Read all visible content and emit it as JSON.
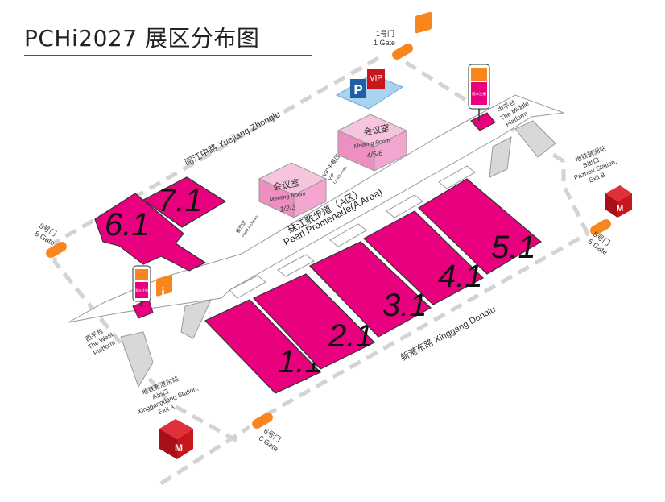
{
  "title": "PCHi2027 展区分布图",
  "colors": {
    "hall": "#e8007e",
    "meeting_room": "#f2a6cf",
    "gate": "#f7861f",
    "info": "#f7861f",
    "metro": "#c8161d",
    "parking": "#1f5fa8",
    "path": "#d3d3d3",
    "walkway": "#d8d8d8"
  },
  "halls": {
    "h6_1": "6.1",
    "h7_1": "7.1",
    "h1_1": "1.1",
    "h2_1": "2.1",
    "h3_1": "3.1",
    "h4_1": "4.1",
    "h5_1": "5.1"
  },
  "gates": {
    "g1": {
      "cn": "1号门",
      "en": "1 Gate"
    },
    "g5": {
      "cn": "5号门",
      "en": "5 Gate"
    },
    "g6": {
      "cn": "6号门",
      "en": "6 Gate"
    },
    "g8": {
      "cn": "8号门",
      "en": "8 Gate"
    }
  },
  "roads": {
    "north": "阅江中路 Yuejiang Zhonglu",
    "south": "新港东路 Xinggang Donglu"
  },
  "promenade": {
    "cn": "珠江散步道（A区）",
    "en": "Pearl Promenade(A Area)"
  },
  "meeting_rooms": {
    "mr123": {
      "cn": "会议室",
      "en": "Meeting Room",
      "num": "1/2/3"
    },
    "mr456": {
      "cn": "会议室",
      "en": "Meeting Room",
      "num": "4/5/6"
    }
  },
  "platforms": {
    "west": {
      "cn": "西平台",
      "en1": "The West",
      "en2": "Platform"
    },
    "middle": {
      "cn": "中平台",
      "en1": "The Middle",
      "en2": "Platform"
    }
  },
  "metro": {
    "pazhou": {
      "l1": "地铁琶洲站",
      "l2": "B出口",
      "l3": "Pazhou Station,",
      "l4": "Exit B"
    },
    "xingang": {
      "l1": "地铁新港东站",
      "l2": "A出口",
      "l3": "Xinggangdong Station,",
      "l4": "Exit A"
    }
  },
  "labels": {
    "vip": "VIP",
    "vip_lunch_cn": "VIP午餐区",
    "vip_lunch_en1": "VIP",
    "vip_lunch_en2": "Lunch Area",
    "food_cn": "餐饮区",
    "food_en": "Food & Drinks",
    "parking": "P",
    "info": "i",
    "reg_cn": "观众注册"
  }
}
